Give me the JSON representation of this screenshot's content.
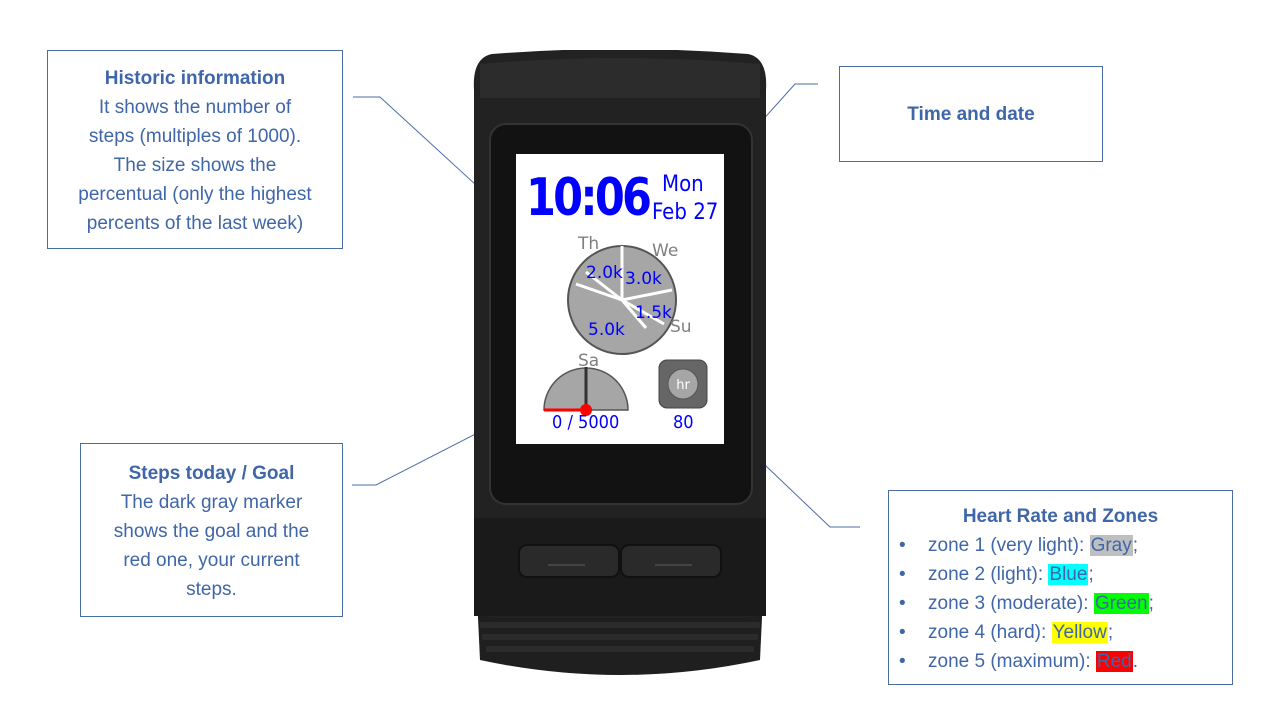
{
  "annotations": {
    "historic": {
      "title": "Historic information",
      "lines": [
        "It shows the number of",
        "steps (multiples of 1000).",
        "The size shows the",
        "percentual (only the highest",
        "percents of the last week)"
      ]
    },
    "time_date": {
      "title": "Time and date"
    },
    "steps": {
      "title": "Steps today / Goal",
      "lines": [
        "The dark gray marker",
        "shows the goal and the",
        "red one, your current",
        "steps."
      ]
    },
    "heart_rate": {
      "title": "Heart Rate and Zones",
      "zones": [
        {
          "prefix": "zone 1 (very light): ",
          "color_name": "Gray",
          "suffix": ";",
          "highlight": "#bfbfbf"
        },
        {
          "prefix": "zone 2 (light): ",
          "color_name": "Blue",
          "suffix": ";",
          "highlight": "#00ffff"
        },
        {
          "prefix": "zone 3 (moderate): ",
          "color_name": "Green",
          "suffix": ";",
          "highlight": "#00ff00"
        },
        {
          "prefix": "zone 4 (hard): ",
          "color_name": "Yellow",
          "suffix": ";",
          "highlight": "#ffff00"
        },
        {
          "prefix": "zone 5 (maximum): ",
          "color_name": "Red",
          "suffix": ".",
          "highlight": "#ff0000"
        }
      ]
    }
  },
  "watch": {
    "time": "10:06",
    "weekday": "Mon",
    "date": "Feb 27",
    "history": {
      "days": [
        "Th",
        "We",
        "Su",
        "Sa"
      ],
      "values": [
        "2.0k",
        "3.0k",
        "1.5k",
        "5.0k"
      ]
    },
    "steps_today": "0 / 5000",
    "steps_progress": 0,
    "hr_badge": "hr",
    "heart_rate": "80"
  },
  "colors": {
    "annotation_text": "#3f66a8",
    "annotation_border": "#4a6ea3",
    "watch_text": "#0000ff",
    "pie_fill": "#a6a6a6",
    "steps_marker": "#ff0000"
  }
}
